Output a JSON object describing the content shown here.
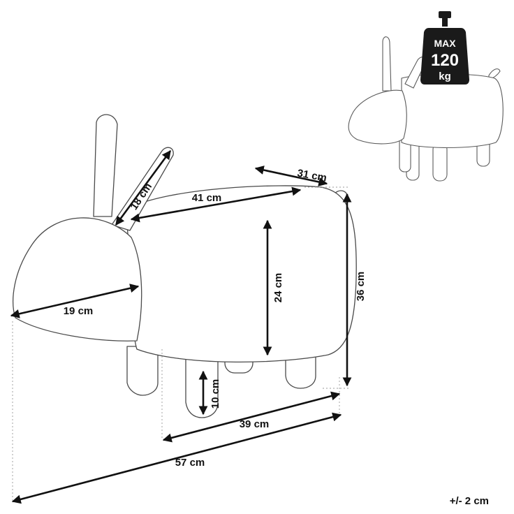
{
  "weight_badge": {
    "max": "MAX",
    "value": "120",
    "unit": "kg"
  },
  "dimensions": {
    "ear_length": "18 cm",
    "seat_length": "41 cm",
    "seat_width": "31 cm",
    "seat_height": "24 cm",
    "total_height": "36 cm",
    "head_length": "19 cm",
    "leg_height": "10 cm",
    "leg_span": "39 cm",
    "total_length": "57 cm"
  },
  "tolerance": "+/- 2 cm",
  "colors": {
    "line": "#111111",
    "outline": "#4a4a4a",
    "badge": "#1a1a1a"
  }
}
